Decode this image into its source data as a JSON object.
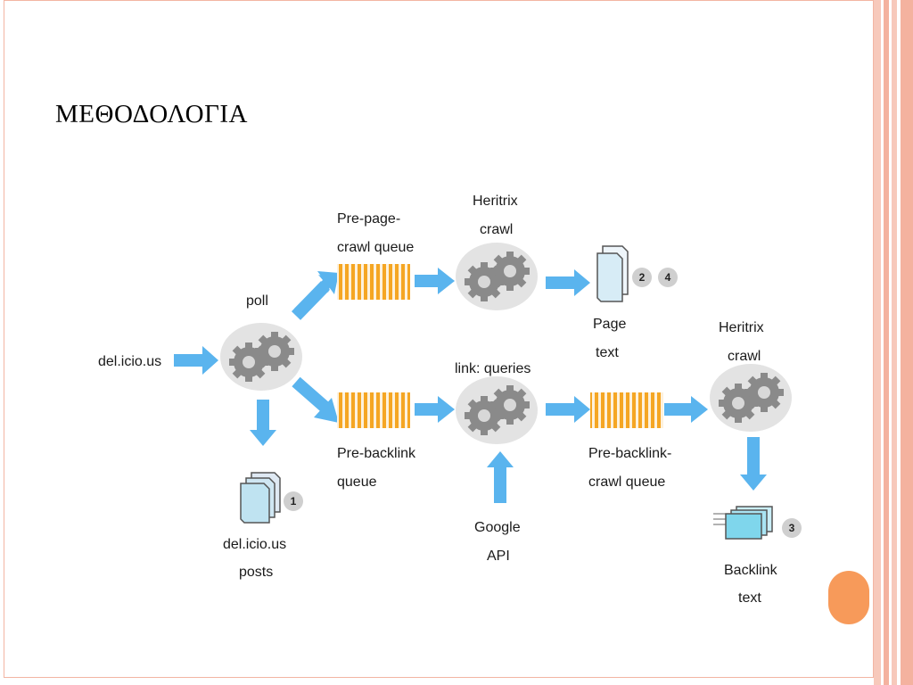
{
  "slide": {
    "title": "ΜΕΘΟΔΟΛΟΓΙΑ"
  },
  "diagram": {
    "source_label": "del.icio.us",
    "poll_label": "poll",
    "posts_label_1": "del.icio.us",
    "posts_label_2": "posts",
    "badge_1": "1",
    "pre_page_queue_1": "Pre-page-",
    "pre_page_queue_2": "crawl queue",
    "heritrix_top_1": "Heritrix",
    "heritrix_top_2": "crawl",
    "page_text_1": "Page",
    "page_text_2": "text",
    "badge_2": "2",
    "badge_4": "4",
    "pre_backlink_queue_1": "Pre-backlink",
    "pre_backlink_queue_2": "queue",
    "link_queries": "link: queries",
    "google_api_1": "Google",
    "google_api_2": "API",
    "pre_backlink_crawl_1": "Pre-backlink-",
    "pre_backlink_crawl_2": "crawl queue",
    "heritrix_right_1": "Heritrix",
    "heritrix_right_2": "crawl",
    "backlink_text_1": "Backlink",
    "backlink_text_2": "text",
    "badge_3": "3"
  },
  "colors": {
    "arrow": "#5ab4ee",
    "queue": "#f5a623",
    "gear": "#8a8a8a",
    "ellipse": "#e3e3e3",
    "border": "#f3b5a3",
    "accent": "#f79a5a"
  }
}
